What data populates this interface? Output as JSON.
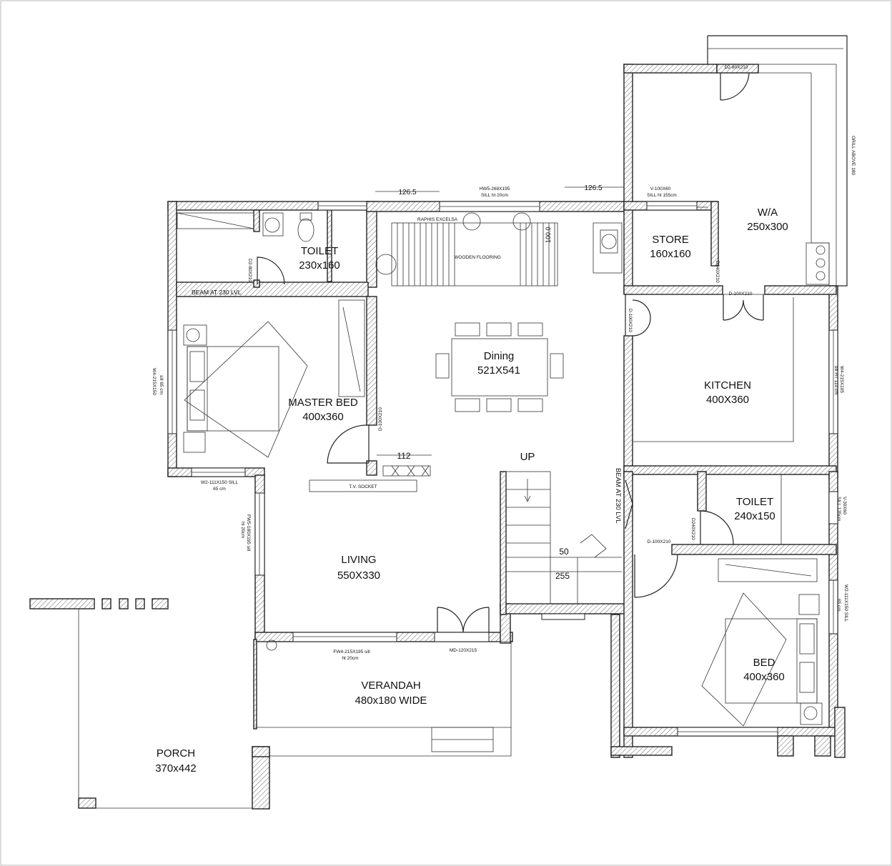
{
  "rooms": {
    "toilet_top": {
      "name": "TOILET",
      "size": "230x160"
    },
    "master_bed": {
      "name": "MASTER BED",
      "size": "400x360"
    },
    "dining": {
      "name": "Dining",
      "size": "521X541"
    },
    "store": {
      "name": "STORE",
      "size": "160x160"
    },
    "wa": {
      "name": "W/A",
      "size": "250x300"
    },
    "kitchen": {
      "name": "KITCHEN",
      "size": "400X360"
    },
    "toilet_right": {
      "name": "TOILET",
      "size": "240x150"
    },
    "bed": {
      "name": "BED",
      "size": "400x360"
    },
    "living": {
      "name": "LIVING",
      "size": "550X330"
    },
    "verandah": {
      "name": "VERANDAH",
      "size": "480x180 WIDE"
    },
    "porch": {
      "name": "PORCH",
      "size": "370x442"
    }
  },
  "notes": {
    "beam_master": "BEAM AT 230 LVL",
    "beam_stair": "BEAM AT 230 LVL",
    "up": "UP",
    "hw5": "HW5-268X195",
    "hw5_sill": "SILL ht 20cm",
    "raphis": "RAPHIS EXCELSA",
    "wooden_flooring": "WOODEN FLOORING",
    "dim_100": "100.0",
    "v_window": "V-100X60",
    "v_window_sill": "SILL ht 155cm",
    "d2_top": "D2-80X210",
    "grill": "GRILL ABOVE 180",
    "d2_store": "D240X210",
    "d_kitchen": "D-100X210",
    "d_dining_kitchen": "D-100X210",
    "d_master": "D-100X210",
    "d2_toilet_top": "D2-80X210",
    "w4_left": "W4-215X150",
    "w4_left_sill": "sill 65 cm",
    "w2_bottom": "W2-111X150  SILL",
    "w2_bottom_sill": "65 cm",
    "tv_socket": "T.V. SOCKET",
    "fw5": "FW5-180X195 sill",
    "fw5_sill": "ht 20cm",
    "fw4": "FW4-215X195 sill",
    "fw4_sill": "ht 20cm",
    "md": "MD-120X215",
    "w4_kitchen": "W4-215X105",
    "w4_kitchen_sill": "sill HT 110 cm",
    "v_toilet": "V-30X60",
    "v_toilet_sill": "SILL 135cm",
    "d2_toilet_right": "D240X210",
    "d_bed": "D-100X210",
    "w2_bed": "W2-111X150  SILL",
    "w2_bed_sill": "65 cm"
  },
  "dimensions": {
    "d126a": "126.5",
    "d126b": "126.5",
    "d112": "112",
    "d50": "50",
    "d255": "255"
  }
}
